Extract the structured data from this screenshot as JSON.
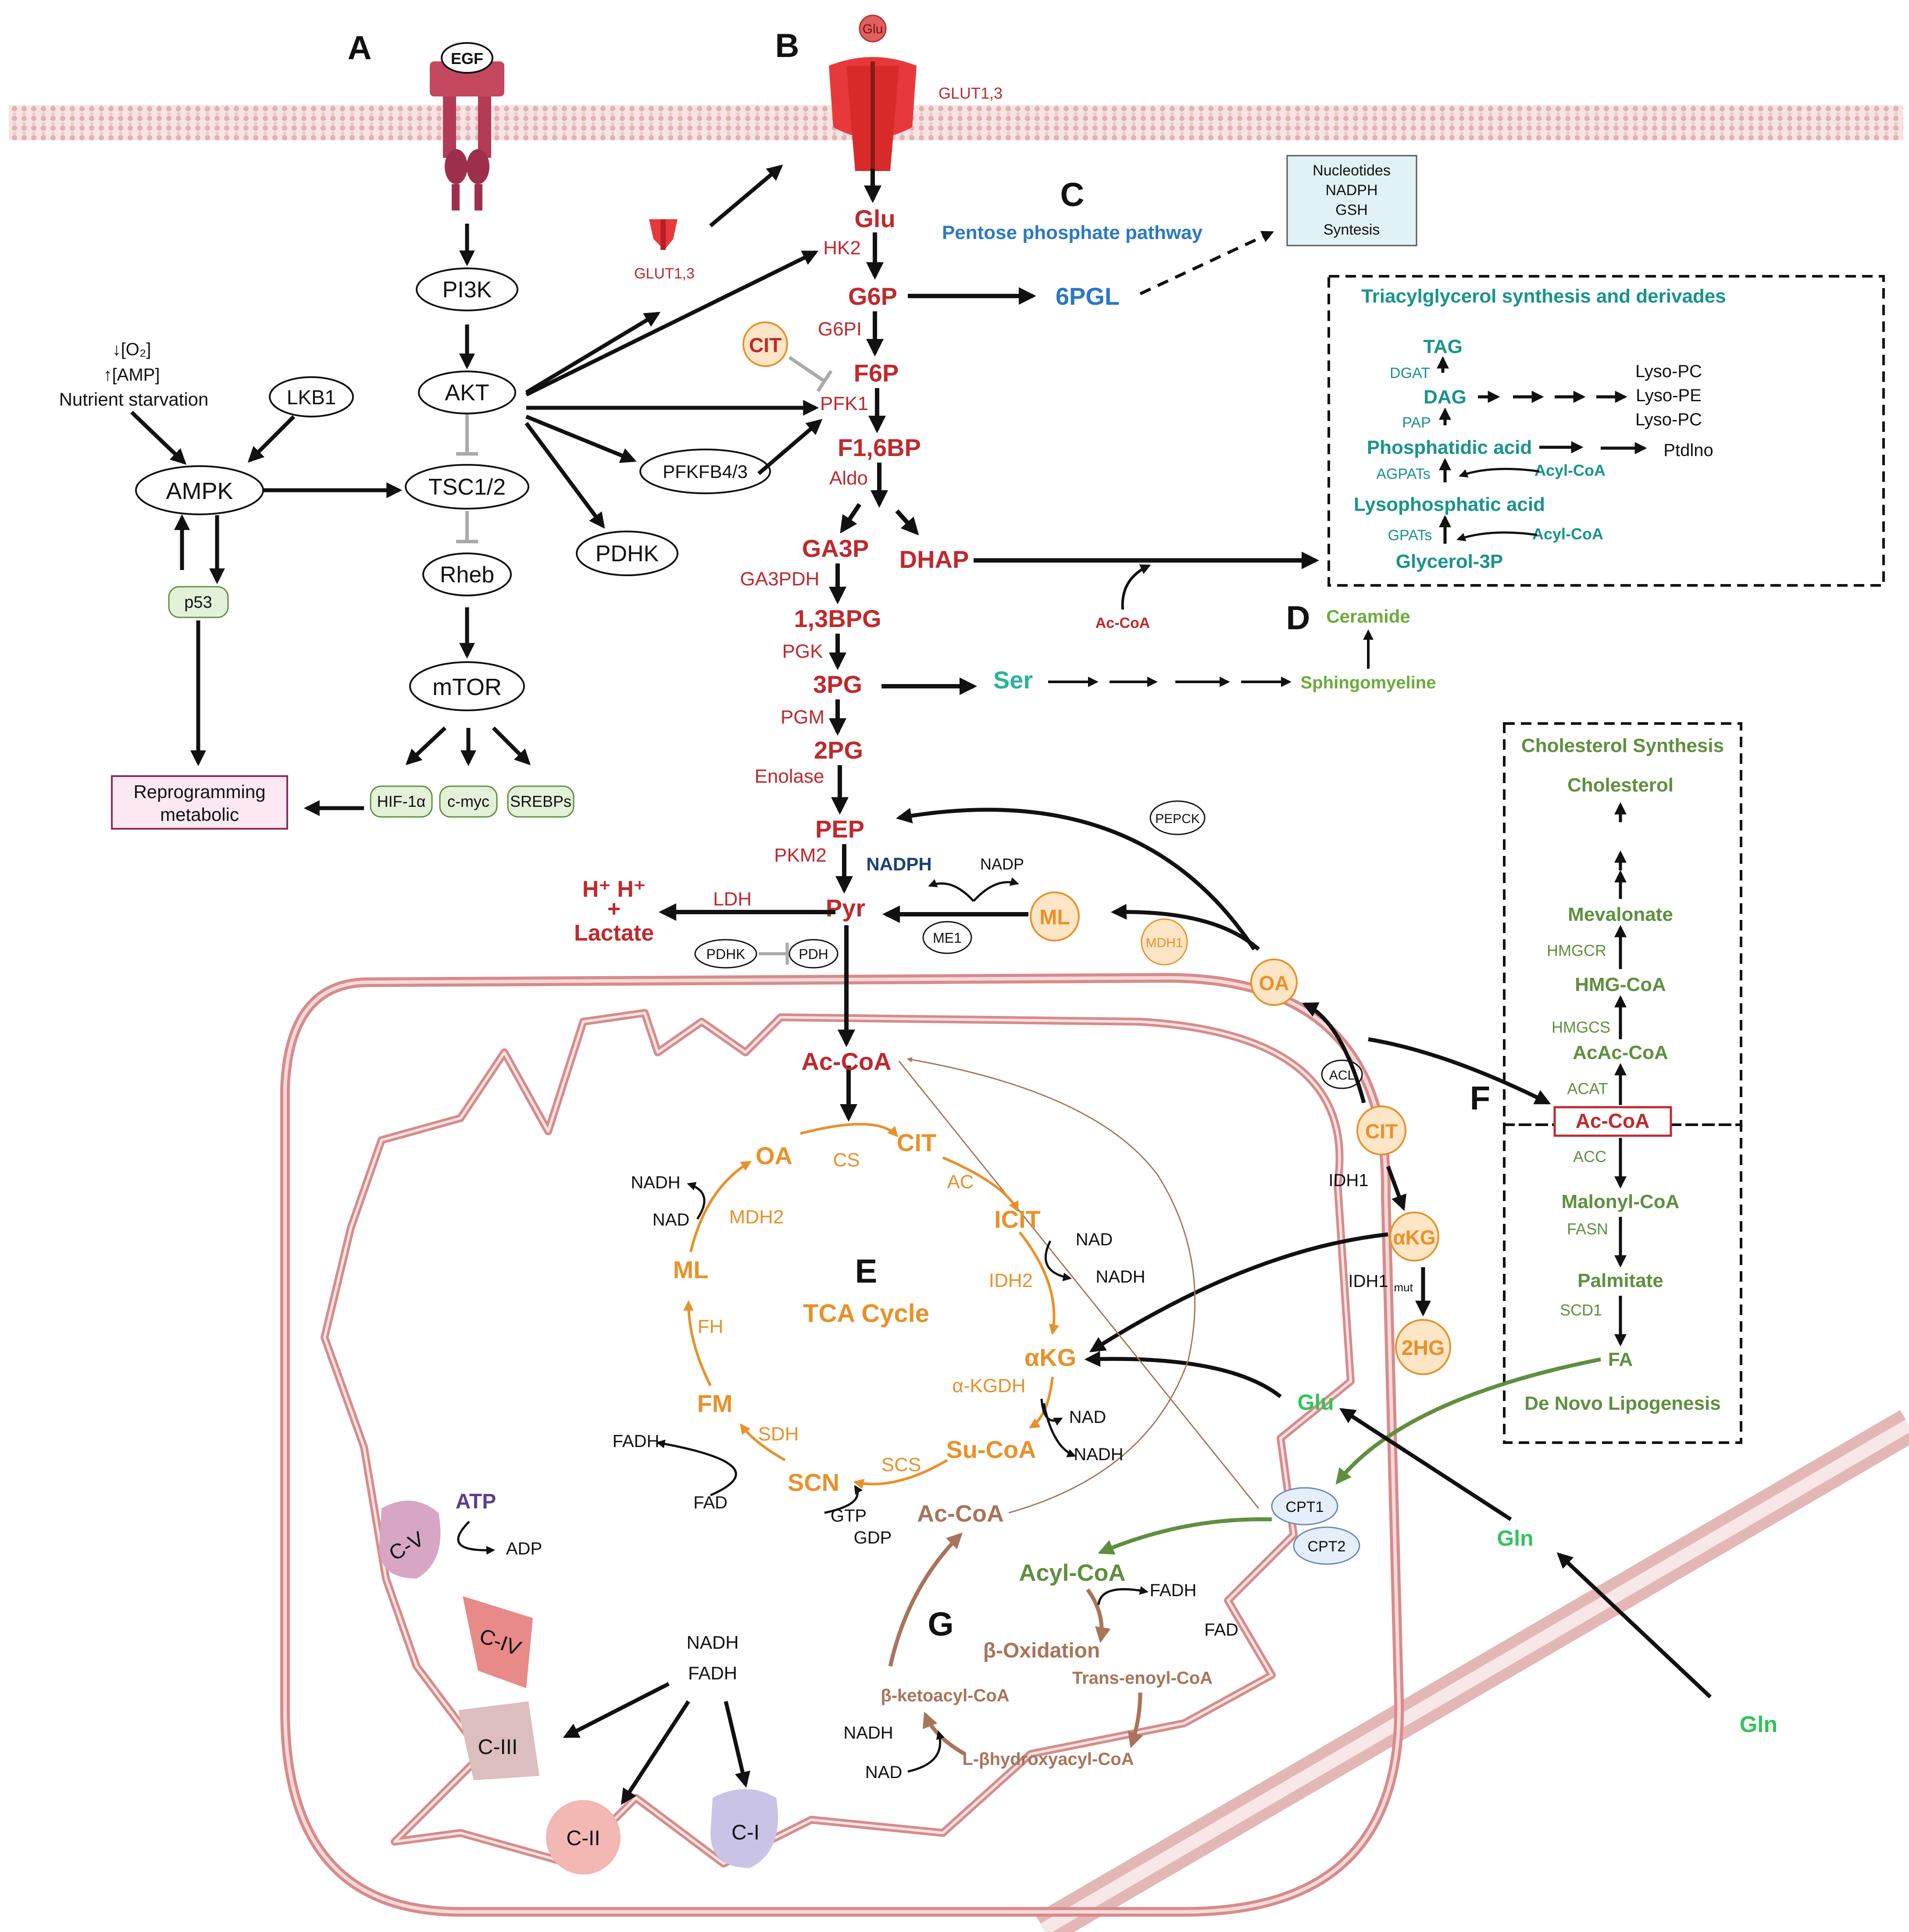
{
  "panels": [
    "A",
    "B",
    "C",
    "D",
    "E",
    "F",
    "G"
  ],
  "colors": {
    "glycolysis": "#c0282d",
    "tca": "#e8912a",
    "lipid_teal": "#17948a",
    "lipid_green": "#5f8f3e",
    "beta_ox": "#a8745a",
    "ppp_blue": "#2b78c4",
    "gln_green": "#33c35c",
    "atp_purple": "#5a3f8f",
    "nadph_navy": "#1b3f7a"
  },
  "panel_a": {
    "egf": "EGF",
    "pi3k": "PI3K",
    "akt": "AKT",
    "tsc": "TSC1/2",
    "rheb": "Rheb",
    "mtor": "mTOR",
    "ampk": "AMPK",
    "lkb1": "LKB1",
    "p53": "p53",
    "pfkfb": "PFKFB4/3",
    "pdhk": "PDHK",
    "hif": "HIF-1α",
    "cmyc": "c-myc",
    "srebps": "SREBPs",
    "reprog_1": "Reprogramming",
    "reprog_2": "metabolic",
    "stress_1": "↓[O₂]",
    "stress_2": "↑[AMP]",
    "stress_3": "Nutrient starvation",
    "glut_small": "GLUT1,3"
  },
  "panel_b": {
    "glu_ext": "Glu",
    "glut": "GLUT1,3",
    "glu": "Glu",
    "hk2": "HK2",
    "g6p": "G6P",
    "g6pi": "G6PI",
    "f6p": "F6P",
    "pfk1": "PFK1",
    "f16bp": "F1,6BP",
    "aldo": "Aldo",
    "ga3p": "GA3P",
    "dhap": "DHAP",
    "ga3pdh": "GA3PDH",
    "bpg": "1,3BPG",
    "pgk": "PGK",
    "pg3": "3PG",
    "pgm": "PGM",
    "pg2": "2PG",
    "enolase": "Enolase",
    "pep": "PEP",
    "pkm2": "PKM2",
    "pyr": "Pyr",
    "ldh": "LDH",
    "hh": "H⁺ H⁺",
    "plus": "+",
    "lactate": "Lactate",
    "pdhk": "PDHK",
    "pdh": "PDH",
    "cit": "CIT",
    "nadph": "NADPH",
    "nadp": "NADP",
    "me1": "ME1",
    "ml": "ML",
    "mdh1": "MDH1",
    "pepck": "PEPCK",
    "oa": "OA",
    "acoa_small": "Ac-CoA"
  },
  "panel_c": {
    "title": "Pentose phosphate pathway",
    "sixpgl": "6PGL",
    "box": [
      "Nucleotides",
      "NADPH",
      "GSH",
      "Syntesis"
    ]
  },
  "panel_tag": {
    "title": "Triacylglycerol synthesis and derivades",
    "tag": "TAG",
    "dgat": "DGAT",
    "dag": "DAG",
    "pap": "PAP",
    "pa": "Phosphatidic acid",
    "agpats": "AGPATs",
    "lpa": "Lysophosphatic acid",
    "gpats": "GPATs",
    "g3p": "Glycerol-3P",
    "acyl1": "Acyl-CoA",
    "acyl2": "Acyl-CoA",
    "lyso": [
      "Lyso-PC",
      "Lyso-PE",
      "Lyso-PC"
    ],
    "ptdino": "Ptdlno"
  },
  "panel_d": {
    "ser": "Ser",
    "sphingo": "Sphingomyeline",
    "ceramide": "Ceramide"
  },
  "panel_f": {
    "chol_title": "Cholesterol Synthesis",
    "cholesterol": "Cholesterol",
    "mevalonate": "Mevalonate",
    "hmgcr": "HMGCR",
    "hmgcoa": "HMG-CoA",
    "hmgcs": "HMGCS",
    "acaccoa": "AcAc-CoA",
    "acat": "ACAT",
    "acoa": "Ac-CoA",
    "acc": "ACC",
    "malonyl": "Malonyl-CoA",
    "fasn": "FASN",
    "palmitate": "Palmitate",
    "scd1": "SCD1",
    "fa": "FA",
    "dnl_title": "De Novo Lipogenesis",
    "acl": "ACL",
    "cit": "CIT",
    "idh1": "IDH1",
    "akg": "αKG",
    "idh1mut": "IDH1",
    "mut": "mut",
    "hg": "2HG",
    "glu": "Glu",
    "gln_in": "Gln",
    "gln_out": "Gln"
  },
  "panel_e": {
    "acoa": "Ac-CoA",
    "oa": "OA",
    "cs": "CS",
    "cit": "CIT",
    "ac": "AC",
    "icit": "ICIT",
    "idh2": "IDH2",
    "akg": "αKG",
    "akgdh": "α-KGDH",
    "sucoa": "Su-CoA",
    "scs": "SCS",
    "scn": "SCN",
    "sdh": "SDH",
    "fm": "FM",
    "fh": "FH",
    "ml": "ML",
    "mdh2": "MDH2",
    "title": "TCA Cycle",
    "nadh1": "NADH",
    "nad1": "NAD",
    "nad2": "NAD",
    "nadh2": "NADH",
    "nad3": "NAD",
    "nadh3": "NADH",
    "fadh": "FADH",
    "fad": "FAD",
    "gtp": "GTP",
    "gdp": "GDP"
  },
  "panel_g": {
    "cpt1": "CPT1",
    "cpt2": "CPT2",
    "acylcoa": "Acyl-CoA",
    "fadh": "FADH",
    "fad": "FAD",
    "title": "β-Oxidation",
    "trans": "Trans-enoyl-CoA",
    "hydroxy": "L-βhydroxyacyl-CoA",
    "keto": "β-ketoacyl-CoA",
    "nadh": "NADH",
    "nad": "NAD",
    "acoa": "Ac-CoA"
  },
  "etc": {
    "atp": "ATP",
    "adp": "ADP",
    "cv": "C-V",
    "civ": "C-IV",
    "ciii": "C-III",
    "cii": "C-II",
    "ci": "C-I",
    "nadh": "NADH",
    "fadh": "FADH"
  }
}
